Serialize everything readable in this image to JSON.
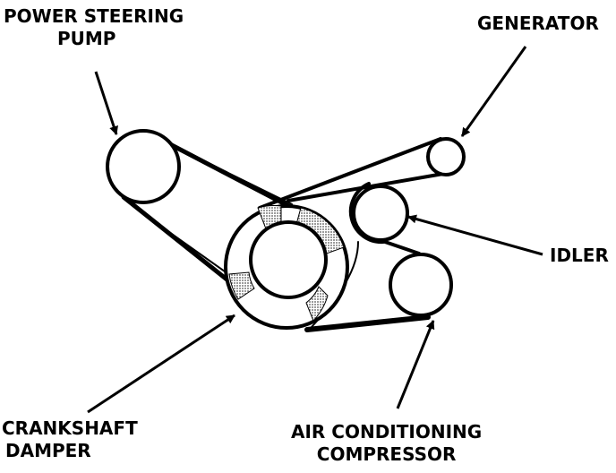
{
  "labels": {
    "power_steering_pump": [
      "POWER STEERING",
      "PUMP"
    ],
    "generator": "GENERATOR",
    "idler": "IDLER",
    "crankshaft_damper": [
      "CRANKSHAFT",
      "DAMPER"
    ],
    "air_conditioning_compressor": [
      "AIR CONDITIONING",
      "COMPRESSOR"
    ]
  },
  "colors": {
    "ink": "#000000",
    "background": "#ffffff",
    "shading": "#8c8c8c"
  }
}
